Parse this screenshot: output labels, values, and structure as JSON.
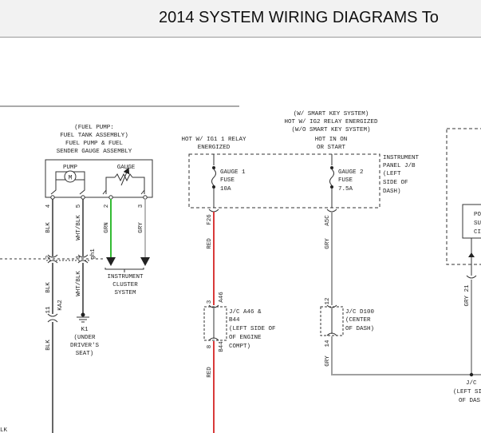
{
  "header": {
    "title": "2014 SYSTEM WIRING DIAGRAMS To"
  },
  "colors": {
    "wire_black": "#333333",
    "wire_red": "#d83a3a",
    "wire_green": "#33bb33",
    "wire_gray": "#a0a0a0"
  },
  "fuel_assembly": {
    "label_lines": [
      "(FUEL PUMP:",
      "FUEL TANK ASSEMBLY)",
      "FUEL PUMP & FUEL",
      "SENDER GAUGE ASSEMBLY"
    ],
    "pump_label": "PUMP",
    "gauge_label": "GAUGE",
    "motor_symbol": "M"
  },
  "fuel_pins": [
    {
      "pin": "4",
      "color": "BLK"
    },
    {
      "pin": "5",
      "color": "WHT/BLK"
    },
    {
      "pin": "2",
      "color": "GRN"
    },
    {
      "pin": "3",
      "color": "GRY"
    }
  ],
  "left_connector": {
    "pin_blk": "2",
    "pin_wht": "1",
    "name": "gh1",
    "blk_label": "BLK",
    "wht_label": "WHT/BLK"
  },
  "ka2": {
    "name": "KA2",
    "pin": "11",
    "blk_label": "BLK"
  },
  "instrument_cluster": {
    "lines": [
      "INSTRUMENT",
      "CLUSTER",
      "SYSTEM"
    ]
  },
  "ground_k1": {
    "lines": [
      "K1",
      "(UNDER",
      "DRIVER'S",
      "SEAT)"
    ]
  },
  "bottom_left_label": "LK",
  "hot_igt": {
    "lines": [
      "HOT W/ IG1 1 RELAY",
      "ENERGIZED"
    ]
  },
  "hot_smart": {
    "lines": [
      "(W/ SMART KEY SYSTEM)",
      "HOT W/ IG2 RELAY ENERGIZED",
      "(W/O SMART KEY SYSTEM)",
      "HOT IN ON",
      "OR START"
    ]
  },
  "instrument_panel_jb": {
    "lines": [
      "INSTRUMENT",
      "PANEL J/B",
      "(LEFT",
      "SIDE OF",
      "DASH)"
    ]
  },
  "fuse_gauge1": {
    "lines": [
      "GAUGE 1",
      "FUSE",
      "10A"
    ]
  },
  "fuse_gauge2": {
    "lines": [
      "GAUGE 2",
      "FUSE",
      "7.5A"
    ]
  },
  "red_circuit": {
    "out_pin": "F26",
    "wire_label": "RED",
    "jc_top_pin": "3",
    "jc_top_name": "A46",
    "jc_bottom_pin": "8",
    "jc_bottom_name": "B44",
    "wire_label_bottom": "RED"
  },
  "jc_a46": {
    "lines": [
      "J/C A46 &",
      "B44",
      "(LEFT SIDE OF",
      "OF ENGINE",
      "COMPT)"
    ]
  },
  "gray_circuit": {
    "out_pin": "A5C",
    "wire_label": "GRY",
    "jc_top_pin": "12",
    "jc_bottom_pin": "14",
    "wire_label_bottom": "GRY"
  },
  "jc_d100": {
    "lines": [
      "J/C D100",
      "(CENTER",
      "OF DASH)"
    ]
  },
  "right_partial": {
    "lines": [
      "PO",
      "SU",
      "CIR"
    ],
    "pin_label": "GRY 21",
    "jc_lines": [
      "J/C",
      "(LEFT SI",
      "OF DAS"
    ]
  }
}
